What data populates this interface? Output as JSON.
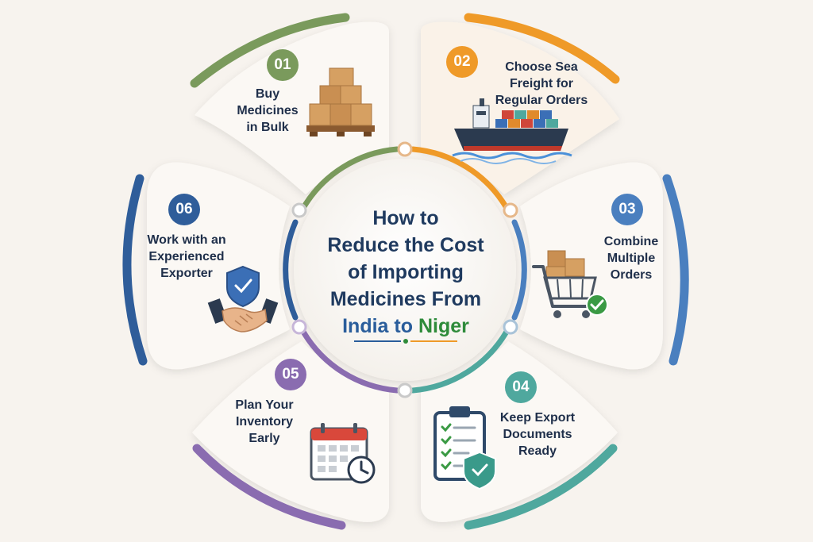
{
  "title": {
    "line1": "How to",
    "line2": "Reduce the Cost",
    "line3": "of Importing",
    "line4": "Medicines From",
    "country1": "India",
    "connector": "to",
    "country2": "Niger"
  },
  "colors": {
    "green": "#7a9a5c",
    "orange": "#ef9a28",
    "blue": "#4a7fbf",
    "teal": "#4fa89e",
    "purple": "#8a6cb0",
    "navy": "#2f5d9a"
  },
  "steps": [
    {
      "number": "01",
      "label": [
        "Buy",
        "Medicines",
        "in Bulk"
      ],
      "icon": "pallet-boxes-icon",
      "color": "#7a9a5c"
    },
    {
      "number": "02",
      "label": [
        "Choose Sea",
        "Freight for",
        "Regular Orders"
      ],
      "icon": "cargo-ship-icon",
      "color": "#ef9a28"
    },
    {
      "number": "03",
      "label": [
        "Combine",
        "Multiple",
        "Orders"
      ],
      "icon": "shopping-cart-icon",
      "color": "#4a7fbf"
    },
    {
      "number": "04",
      "label": [
        "Keep Export",
        "Documents",
        "Ready"
      ],
      "icon": "clipboard-check-icon",
      "color": "#4fa89e"
    },
    {
      "number": "05",
      "label": [
        "Plan Your",
        "Inventory",
        "Early"
      ],
      "icon": "calendar-clock-icon",
      "color": "#8a6cb0"
    },
    {
      "number": "06",
      "label": [
        "Work with an",
        "Experienced",
        "Exporter"
      ],
      "icon": "handshake-shield-icon",
      "color": "#2f5d9a"
    }
  ]
}
